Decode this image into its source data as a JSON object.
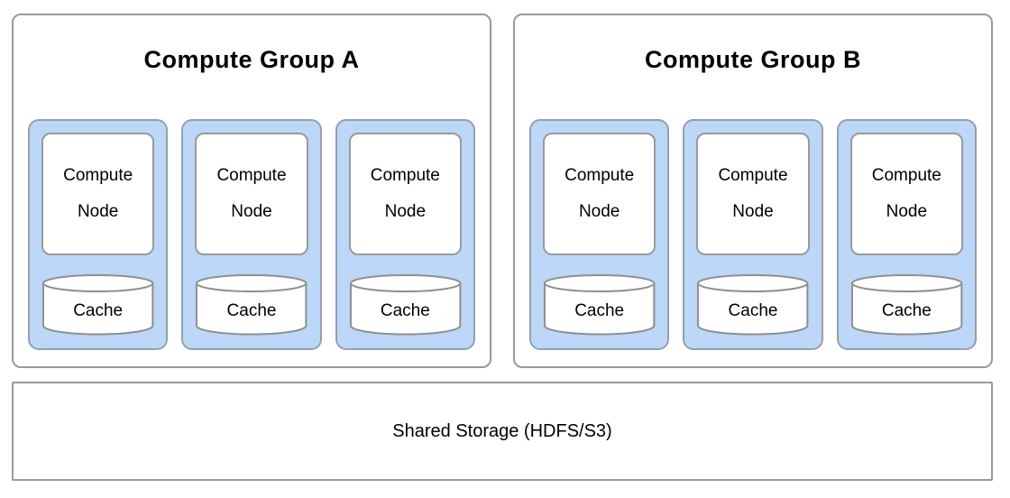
{
  "diagram": {
    "groups": [
      {
        "title": "Compute Group A",
        "nodes": [
          {
            "label": "Compute Node",
            "cache": "Cache"
          },
          {
            "label": "Compute Node",
            "cache": "Cache"
          },
          {
            "label": "Compute Node",
            "cache": "Cache"
          }
        ]
      },
      {
        "title": "Compute Group B",
        "nodes": [
          {
            "label": "Compute Node",
            "cache": "Cache"
          },
          {
            "label": "Compute Node",
            "cache": "Cache"
          },
          {
            "label": "Compute Node",
            "cache": "Cache"
          }
        ]
      }
    ],
    "storage": {
      "label": "Shared Storage (HDFS/S3)"
    },
    "colors": {
      "background": "#ffffff",
      "node_container_fill": "#bcd7f7",
      "box_border_gray": "#9a9a9a",
      "cylinder_stroke": "#8f8f8f",
      "text": "#000000"
    },
    "icons": {
      "cache_icon": "database-cylinder-icon"
    }
  }
}
